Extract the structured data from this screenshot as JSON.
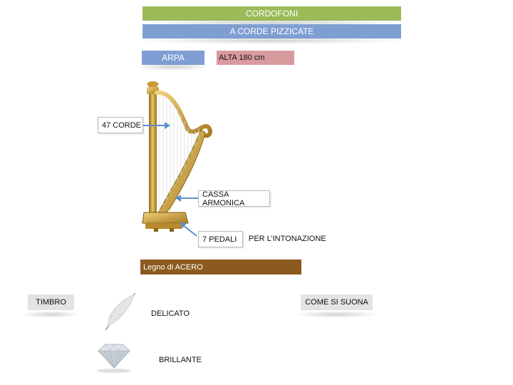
{
  "header": {
    "category": "CORDOFONI",
    "subcategory": "A CORDE PIZZICATE",
    "category_color": "#9bbb59",
    "subcategory_color": "#7f9ed3"
  },
  "instrument": {
    "name": "ARPA",
    "height": "ALTA 180 cm",
    "name_color": "#7f9ed3",
    "height_color": "#d99a9e"
  },
  "annotations": {
    "strings": "47 CORDE",
    "soundbox": "CASSA ARMONICA",
    "pedals": "7 PEDALI",
    "pedals_note": "PER L’INTONAZIONE"
  },
  "material": {
    "label": "Legno di ACERO",
    "color": "#8b5a1f"
  },
  "timbre": {
    "tag": "TIMBRO",
    "items": [
      {
        "icon": "feather-icon",
        "label": "DELICATO"
      },
      {
        "icon": "diamond-icon",
        "label": "BRILLANTE"
      }
    ]
  },
  "playing": {
    "tag": "COME SI SUONA"
  }
}
